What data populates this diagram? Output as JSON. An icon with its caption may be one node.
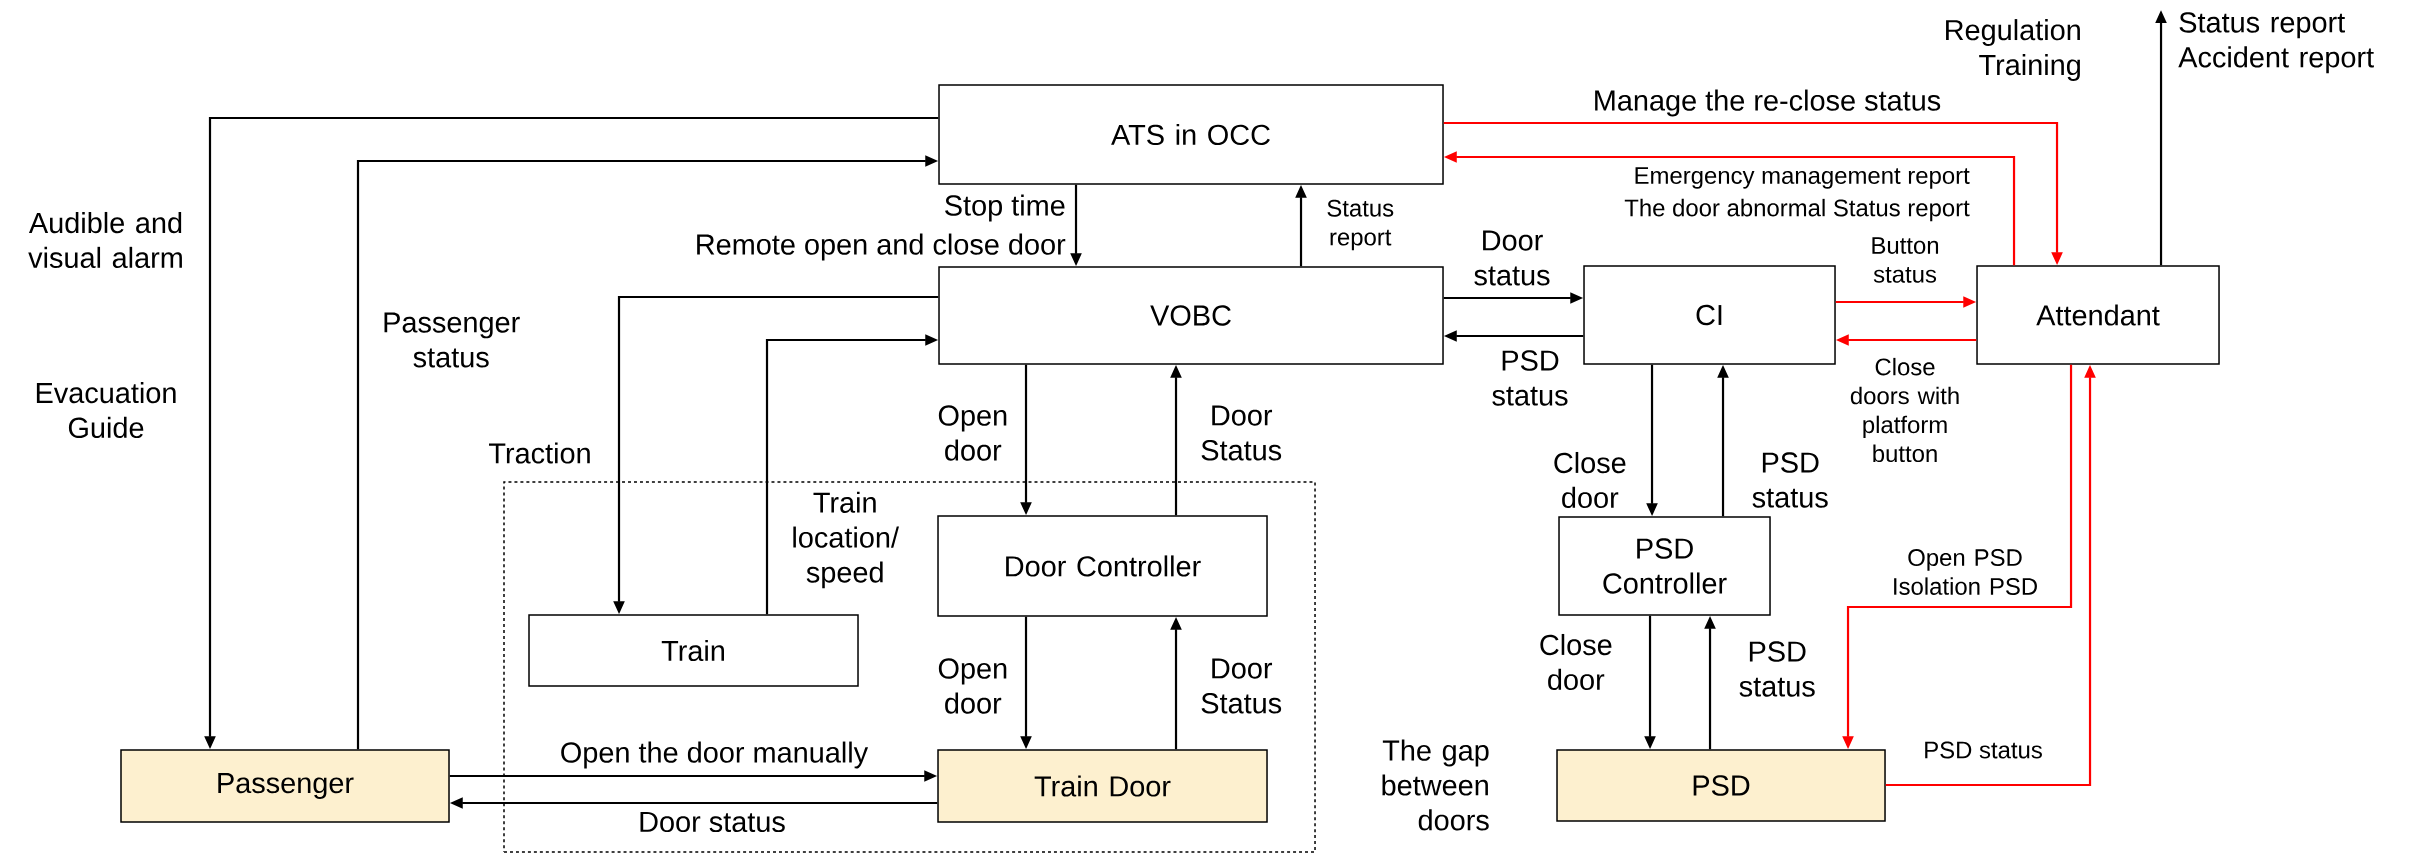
{
  "diagram": {
    "nodes": [
      {
        "text": [
          "ATS in OCC"
        ]
      },
      {
        "text": [
          "VOBC"
        ]
      },
      {
        "text": [
          "CI"
        ]
      },
      {
        "text": [
          "Attendant"
        ]
      },
      {
        "text": [
          "The gap between doors"
        ]
      },
      {
        "text": [
          "Train"
        ],
        "in": 4
      },
      {
        "text": [
          "Door Controller"
        ],
        "in": 4
      },
      {
        "text": [
          "PSD Controller"
        ]
      },
      {
        "text": [
          "Passenger"
        ]
      },
      {
        "text": [
          "Train Door"
        ],
        "in": 4
      },
      {
        "text": [
          "PSD"
        ]
      }
    ],
    "edges": [
      {
        "from": 0,
        "to": 8,
        "arrow": "to",
        "label": "Audible and visual alarm"
      },
      {
        "from": 8,
        "to": 0,
        "arrow": "to",
        "label": "Passenger status"
      },
      {
        "from": 0,
        "to": 1,
        "arrow": "to",
        "label": "Stop time"
      },
      {
        "from": 1,
        "to": 0,
        "arrow": "to",
        "label": "Status report"
      },
      {
        "from": 1,
        "to": 5,
        "arrow": "to",
        "label": "Traction"
      },
      {
        "from": 5,
        "to": 1,
        "arrow": "to",
        "label": "Train location/ speed"
      },
      {
        "from": 1,
        "to": 2,
        "arrow": "to",
        "label": "Door status"
      },
      {
        "from": 2,
        "to": 1,
        "arrow": "to",
        "label": "PSD status"
      },
      {
        "from": 0,
        "to": 3,
        "arrow": "to",
        "label": "Manage the re-close status",
        "color": "#ff0000"
      },
      {
        "from": 3,
        "to": 0,
        "arrow": "to",
        "label": "Emergency management report",
        "color": "#ff0000"
      },
      {
        "from": 2,
        "to": 3,
        "arrow": "to",
        "label": "Button status",
        "color": "#ff0000"
      },
      {
        "from": 3,
        "to": 2,
        "arrow": "to",
        "label": "Close doors with platform button",
        "color": "#ff0000"
      },
      {
        "from": 3,
        "to": null,
        "arrow": "to",
        "label": "Status report Accident report"
      },
      {
        "from": 1,
        "to": 6,
        "arrow": "to",
        "label": "Open door"
      },
      {
        "from": 6,
        "to": 1,
        "arrow": "to",
        "label": "Door Status"
      },
      {
        "from": 6,
        "to": 9,
        "arrow": "to",
        "label": "Open door"
      },
      {
        "from": 9,
        "to": 6,
        "arrow": "to",
        "label": "Door Status"
      },
      {
        "from": 2,
        "to": 7,
        "arrow": "to",
        "label": "Close door"
      },
      {
        "from": 7,
        "to": 2,
        "arrow": "to",
        "label": "PSD status"
      },
      {
        "from": 7,
        "to": 10,
        "arrow": "to",
        "label": "Close door"
      },
      {
        "from": 10,
        "to": 7,
        "arrow": "to",
        "label": "PSD status"
      },
      {
        "from": 8,
        "to": 9,
        "arrow": "to",
        "label": "Open the door manually"
      },
      {
        "from": 9,
        "to": 8,
        "arrow": "to",
        "label": "Door status"
      },
      {
        "from": 3,
        "to": 10,
        "arrow": "to",
        "label": "Open PSD Isolation PSD",
        "color": "#ff0000"
      },
      {
        "from": 10,
        "to": 3,
        "arrow": "to",
        "label": "PSD status",
        "color": "#ff0000"
      }
    ],
    "labels": [
      "Regulation Training",
      "The door abnormal Status report",
      "Remote open and close door",
      "Evacuation Guide"
    ]
  }
}
